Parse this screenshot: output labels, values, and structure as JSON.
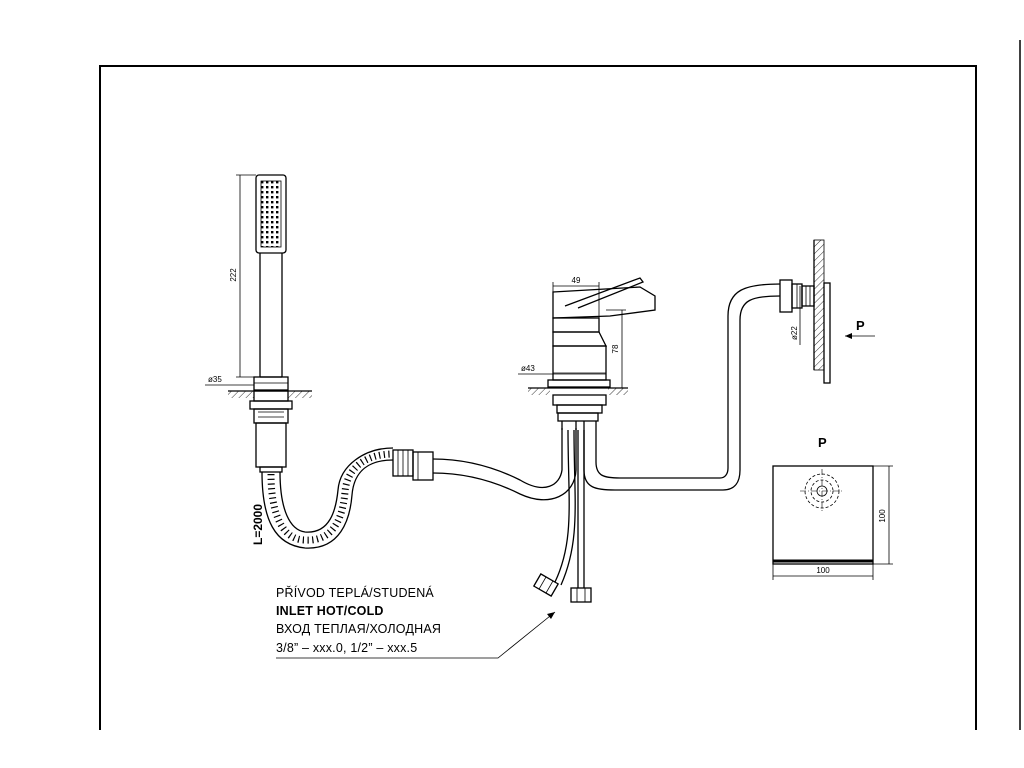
{
  "dimensions": {
    "shower_head_height": "222",
    "shower_holder_dia": "ø35",
    "hose_length": "L=2000",
    "lever_width": "49",
    "body_height": "78",
    "body_dia": "ø43",
    "wall_outlet_dia": "ø22",
    "plate_width": "100",
    "plate_height": "100"
  },
  "labels": {
    "view_arrow": "P",
    "view_title": "P"
  },
  "note": {
    "line1": "PŘÍVOD TEPLÁ/STUDENÁ",
    "line2": "INLET HOT/COLD",
    "line3": "ВХОД ТЕПЛАЯ/ХОЛОДНАЯ",
    "line4": "3/8” – xxx.0, 1/2” – xxx.5"
  }
}
